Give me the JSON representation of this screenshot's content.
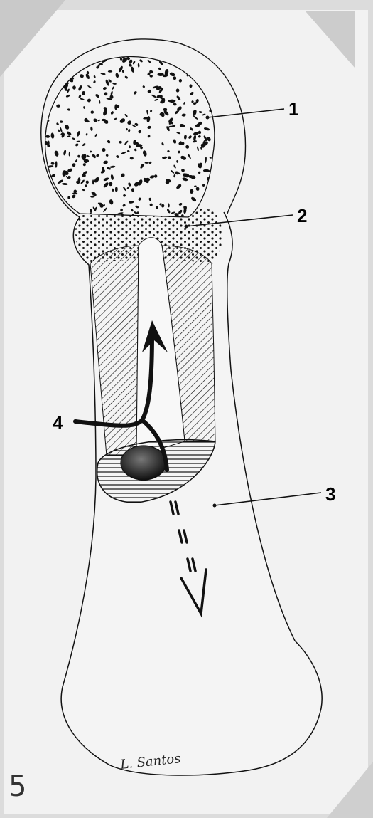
{
  "labels": {
    "l1": "1",
    "l2": "2",
    "l3": "3",
    "l4": "4"
  },
  "signature": "L. Santos",
  "page_number": "5",
  "colors": {
    "paper": "#f2f2f2",
    "ink": "#111111",
    "background": "#dcdcdc"
  }
}
